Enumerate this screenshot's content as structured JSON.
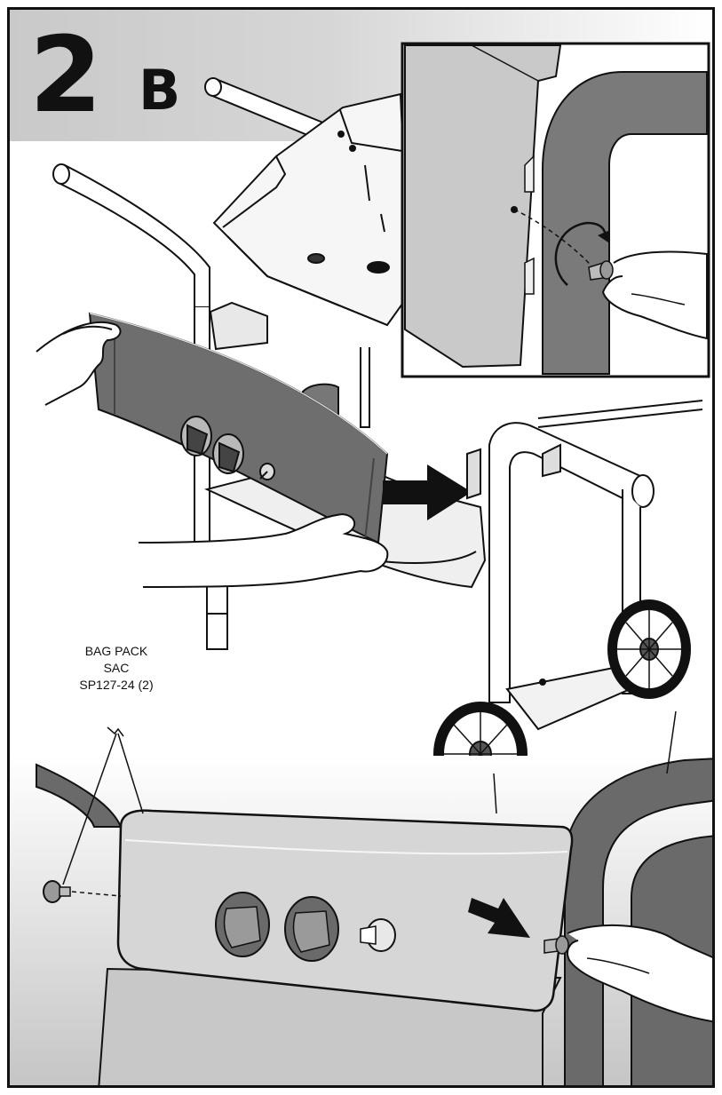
{
  "step": {
    "number": "2",
    "letter": "B"
  },
  "parts_callout": {
    "line1": "BAG PACK",
    "line2": "SAC",
    "line3": "SP127-24 (2)"
  },
  "colors": {
    "outline": "#111111",
    "panel_dark": "#6e6e6e",
    "panel_light": "#d4d4d4",
    "frame_gray": "#8a8a8a",
    "header_band": "#c9c9c9"
  },
  "icons": [
    "hand-icon",
    "arrow-right-icon",
    "rotate-arrow-icon",
    "knob-icon",
    "wheel-icon",
    "screw-icon"
  ]
}
